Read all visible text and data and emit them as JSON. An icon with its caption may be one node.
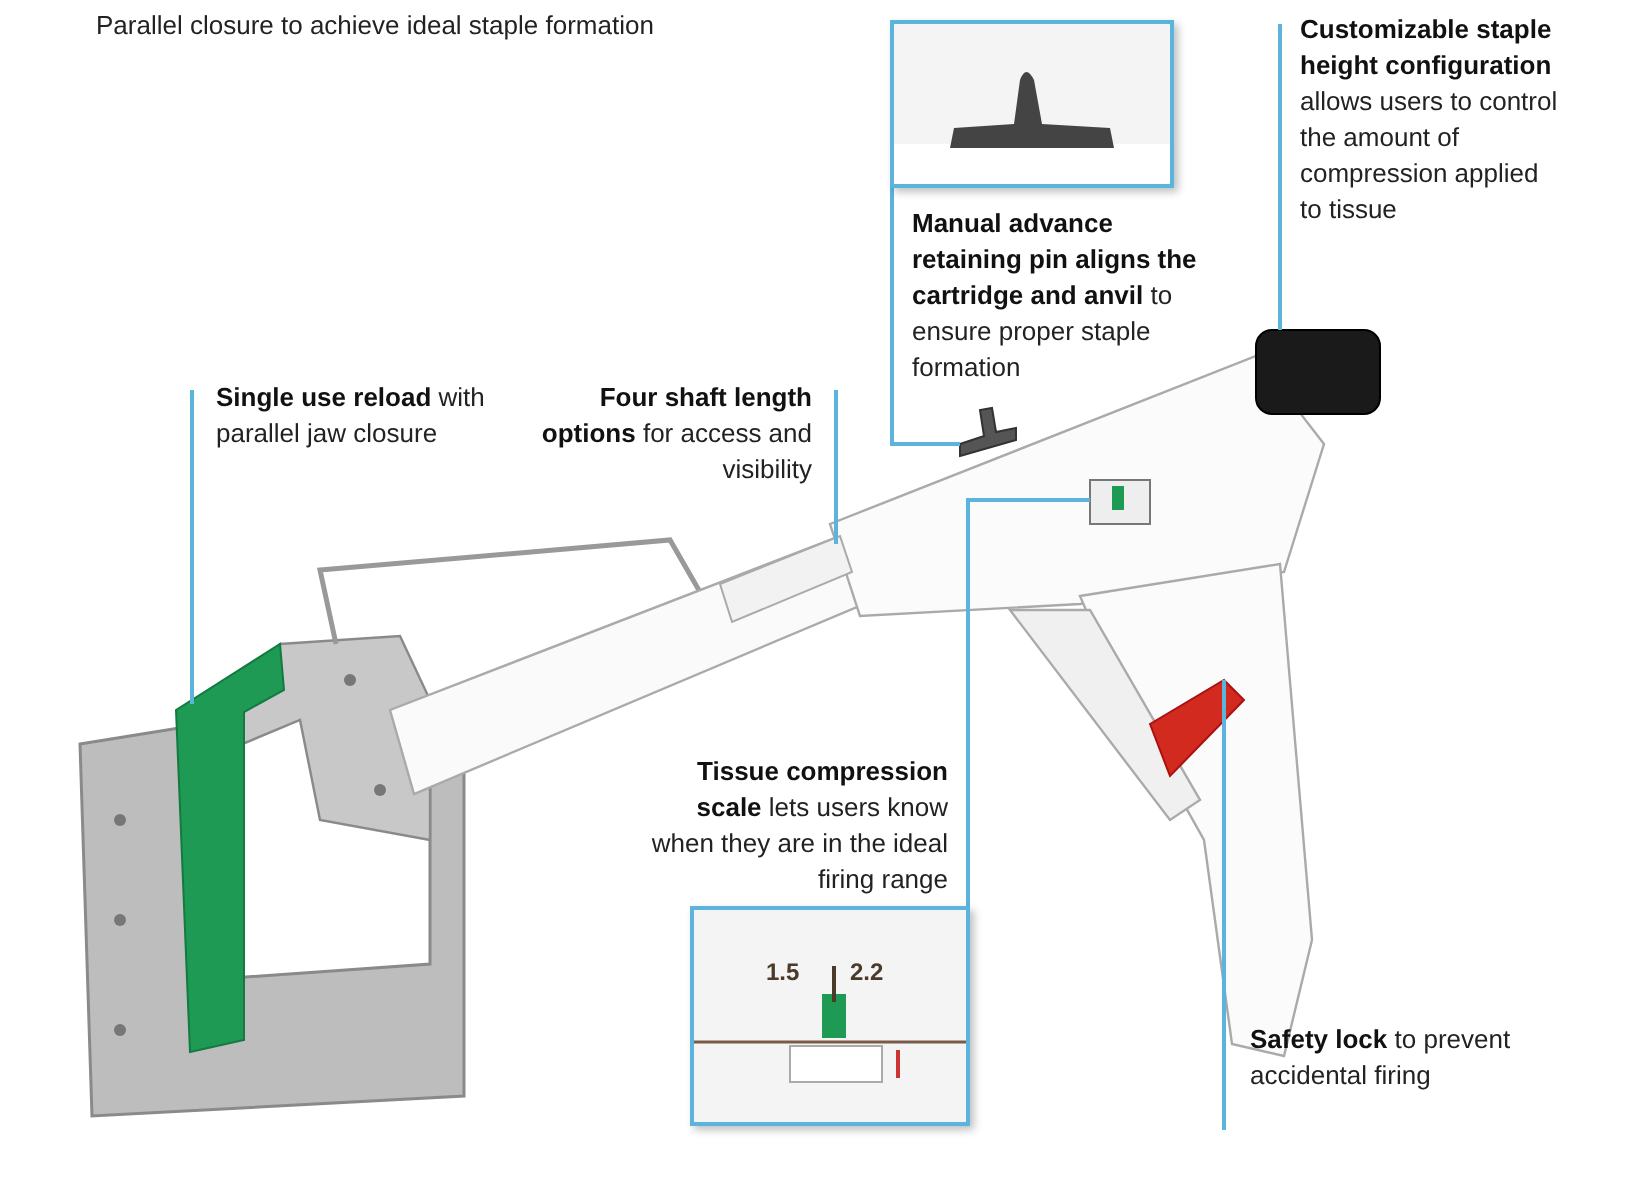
{
  "diagram": {
    "nodes": [
      {
        "text": [
          "**Single use reload** with parallel jaw closure"
        ]
      },
      {
        "text": [],
        "shape": "bar"
      },
      {
        "text": [
          "**Four shaft length options** for access and visibility"
        ]
      },
      {
        "text": [],
        "shape": "bar"
      },
      {
        "text": [],
        "shape": "picture",
        "beside": [
          "**Manual advance retaining pin aligns the cartridge and anvil** to ensure proper staple formation"
        ]
      },
      {
        "text": [],
        "shape": "picture"
      },
      {
        "text": [
          "**Customizable staple height configuration** allows users to control the amount of compression applied to tissue"
        ]
      },
      {
        "text": [],
        "shape": "cylinder"
      },
      {
        "text": [],
        "shape": "picture",
        "beside": [
          "**Tissue compression scale** lets users know when they are in the ideal firing range"
        ]
      },
      {
        "text": [],
        "shape": "box"
      },
      {
        "text": [
          "**Safety lock** to prevent accidental firing"
        ]
      },
      {
        "text": [],
        "shape": "bar"
      }
    ],
    "edges": [
      {
        "from": 0,
        "to": 1,
        "arrow": "none"
      },
      {
        "from": 2,
        "to": 3,
        "arrow": "none"
      },
      {
        "from": 4,
        "to": 5,
        "arrow": "none"
      },
      {
        "from": 6,
        "to": 7,
        "arrow": "none"
      },
      {
        "from": 8,
        "to": 9,
        "arrow": "none"
      },
      {
        "from": 10,
        "to": 11,
        "arrow": "none"
      }
    ],
    "labels": [
      "Parallel closure to achieve ideal staple formation",
      "1.5",
      "2.2"
    ]
  }
}
